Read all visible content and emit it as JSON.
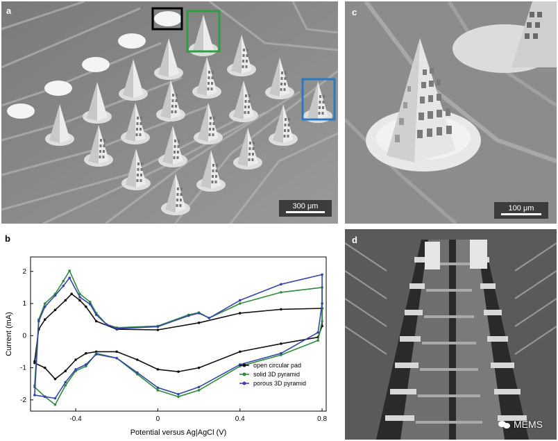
{
  "panels": {
    "a": {
      "label": "a",
      "scale": "300 μm"
    },
    "b": {
      "label": "b"
    },
    "c": {
      "label": "c",
      "scale": "100 μm"
    },
    "d": {
      "label": "d",
      "watermark": "MEMS"
    }
  },
  "colors": {
    "black_series": "#111111",
    "green_series": "#2e8b3a",
    "blue_series": "#3346a8",
    "black_box": "#000000",
    "green_box": "#2e9e40",
    "blue_box": "#2a79c2"
  },
  "chart_data": {
    "type": "line",
    "title": "",
    "xlabel": "Potential versus Ag|AgCl (V)",
    "ylabel": "Current (mA)",
    "xlim": [
      -0.62,
      0.82
    ],
    "ylim": [
      -2.35,
      2.45
    ],
    "xticks": [
      -0.4,
      0,
      0.4,
      0.8
    ],
    "xtick_labels": [
      "-0.4",
      "0",
      "0.4",
      "0.8"
    ],
    "yticks": [
      -2,
      -1,
      0,
      1,
      2
    ],
    "ytick_labels": [
      "-2",
      "-1",
      "0",
      "1",
      "2"
    ],
    "legend_position": "bottom-right",
    "series": [
      {
        "name": "open circular pad",
        "color": "#111111",
        "marker": "dot",
        "x": [
          -0.6,
          -0.58,
          -0.55,
          -0.5,
          -0.45,
          -0.42,
          -0.38,
          -0.35,
          -0.3,
          -0.2,
          0.0,
          0.2,
          0.4,
          0.6,
          0.8,
          0.8,
          0.78,
          0.6,
          0.4,
          0.2,
          0.1,
          0.0,
          -0.1,
          -0.2,
          -0.3,
          -0.35,
          -0.4,
          -0.45,
          -0.5,
          -0.55,
          -0.6
        ],
        "y": [
          -0.8,
          0.2,
          0.5,
          0.8,
          1.1,
          1.3,
          1.1,
          0.9,
          0.45,
          0.2,
          0.18,
          0.4,
          0.7,
          0.82,
          0.85,
          0.3,
          -0.05,
          -0.25,
          -0.5,
          -1.0,
          -1.12,
          -1.05,
          -0.75,
          -0.5,
          -0.5,
          -0.55,
          -0.75,
          -1.1,
          -1.35,
          -1.0,
          -0.85
        ]
      },
      {
        "name": "solid 3D pyramid",
        "color": "#2e8b3a",
        "marker": "dot",
        "x": [
          -0.6,
          -0.58,
          -0.55,
          -0.5,
          -0.46,
          -0.43,
          -0.38,
          -0.33,
          -0.3,
          -0.25,
          -0.2,
          0.0,
          0.15,
          0.2,
          0.25,
          0.4,
          0.6,
          0.8,
          0.8,
          0.78,
          0.6,
          0.4,
          0.2,
          0.1,
          0.0,
          -0.1,
          -0.2,
          -0.3,
          -0.35,
          -0.4,
          -0.45,
          -0.5,
          -0.55,
          -0.6
        ],
        "y": [
          -1.55,
          0.5,
          1.0,
          1.3,
          1.7,
          2.02,
          1.3,
          1.05,
          0.7,
          0.35,
          0.25,
          0.3,
          0.65,
          0.72,
          0.55,
          1.0,
          1.35,
          1.5,
          0.45,
          -0.15,
          -0.6,
          -0.95,
          -1.7,
          -1.9,
          -1.7,
          -1.2,
          -0.7,
          -0.55,
          -0.95,
          -1.1,
          -1.55,
          -2.15,
          -1.9,
          -1.6
        ]
      },
      {
        "name": "porous 3D pyramid",
        "color": "#3346a8",
        "marker": "dot",
        "x": [
          -0.6,
          -0.58,
          -0.55,
          -0.5,
          -0.46,
          -0.43,
          -0.38,
          -0.33,
          -0.3,
          -0.25,
          -0.2,
          0.0,
          0.15,
          0.2,
          0.25,
          0.4,
          0.6,
          0.8,
          0.8,
          0.78,
          0.6,
          0.4,
          0.2,
          0.1,
          0.0,
          -0.1,
          -0.2,
          -0.3,
          -0.35,
          -0.4,
          -0.45,
          -0.5,
          -0.55,
          -0.6
        ],
        "y": [
          -1.85,
          0.45,
          0.9,
          1.25,
          1.55,
          1.8,
          1.2,
          0.98,
          0.65,
          0.35,
          0.22,
          0.28,
          0.62,
          0.7,
          0.55,
          1.1,
          1.6,
          1.9,
          1.0,
          0.1,
          -0.55,
          -0.9,
          -1.6,
          -1.82,
          -1.62,
          -1.15,
          -0.7,
          -0.58,
          -0.9,
          -1.05,
          -1.45,
          -1.95,
          -1.9,
          -1.85
        ]
      }
    ]
  }
}
